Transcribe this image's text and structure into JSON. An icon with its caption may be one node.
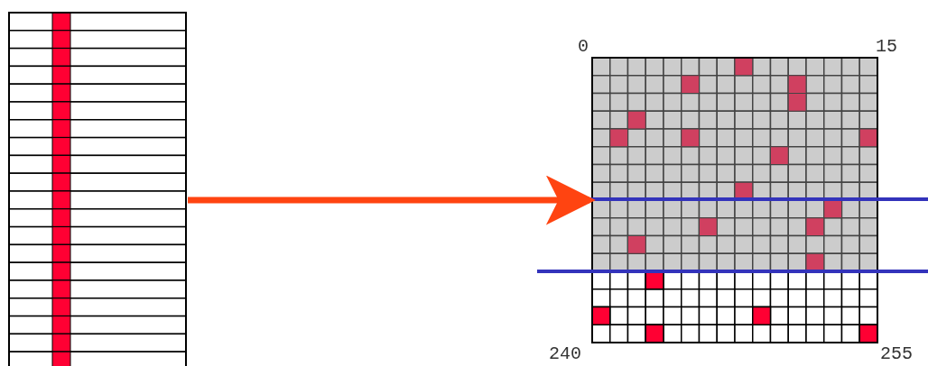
{
  "diagram": {
    "nodes": [
      {
        "text": [],
        "shape": "box"
      },
      {
        "text": [],
        "shape": "box"
      }
    ],
    "edges": [
      {
        "from": 0,
        "to": 1,
        "arrow": "to"
      }
    ],
    "labels": [
      "0",
      "15",
      "240",
      "255"
    ]
  }
}
